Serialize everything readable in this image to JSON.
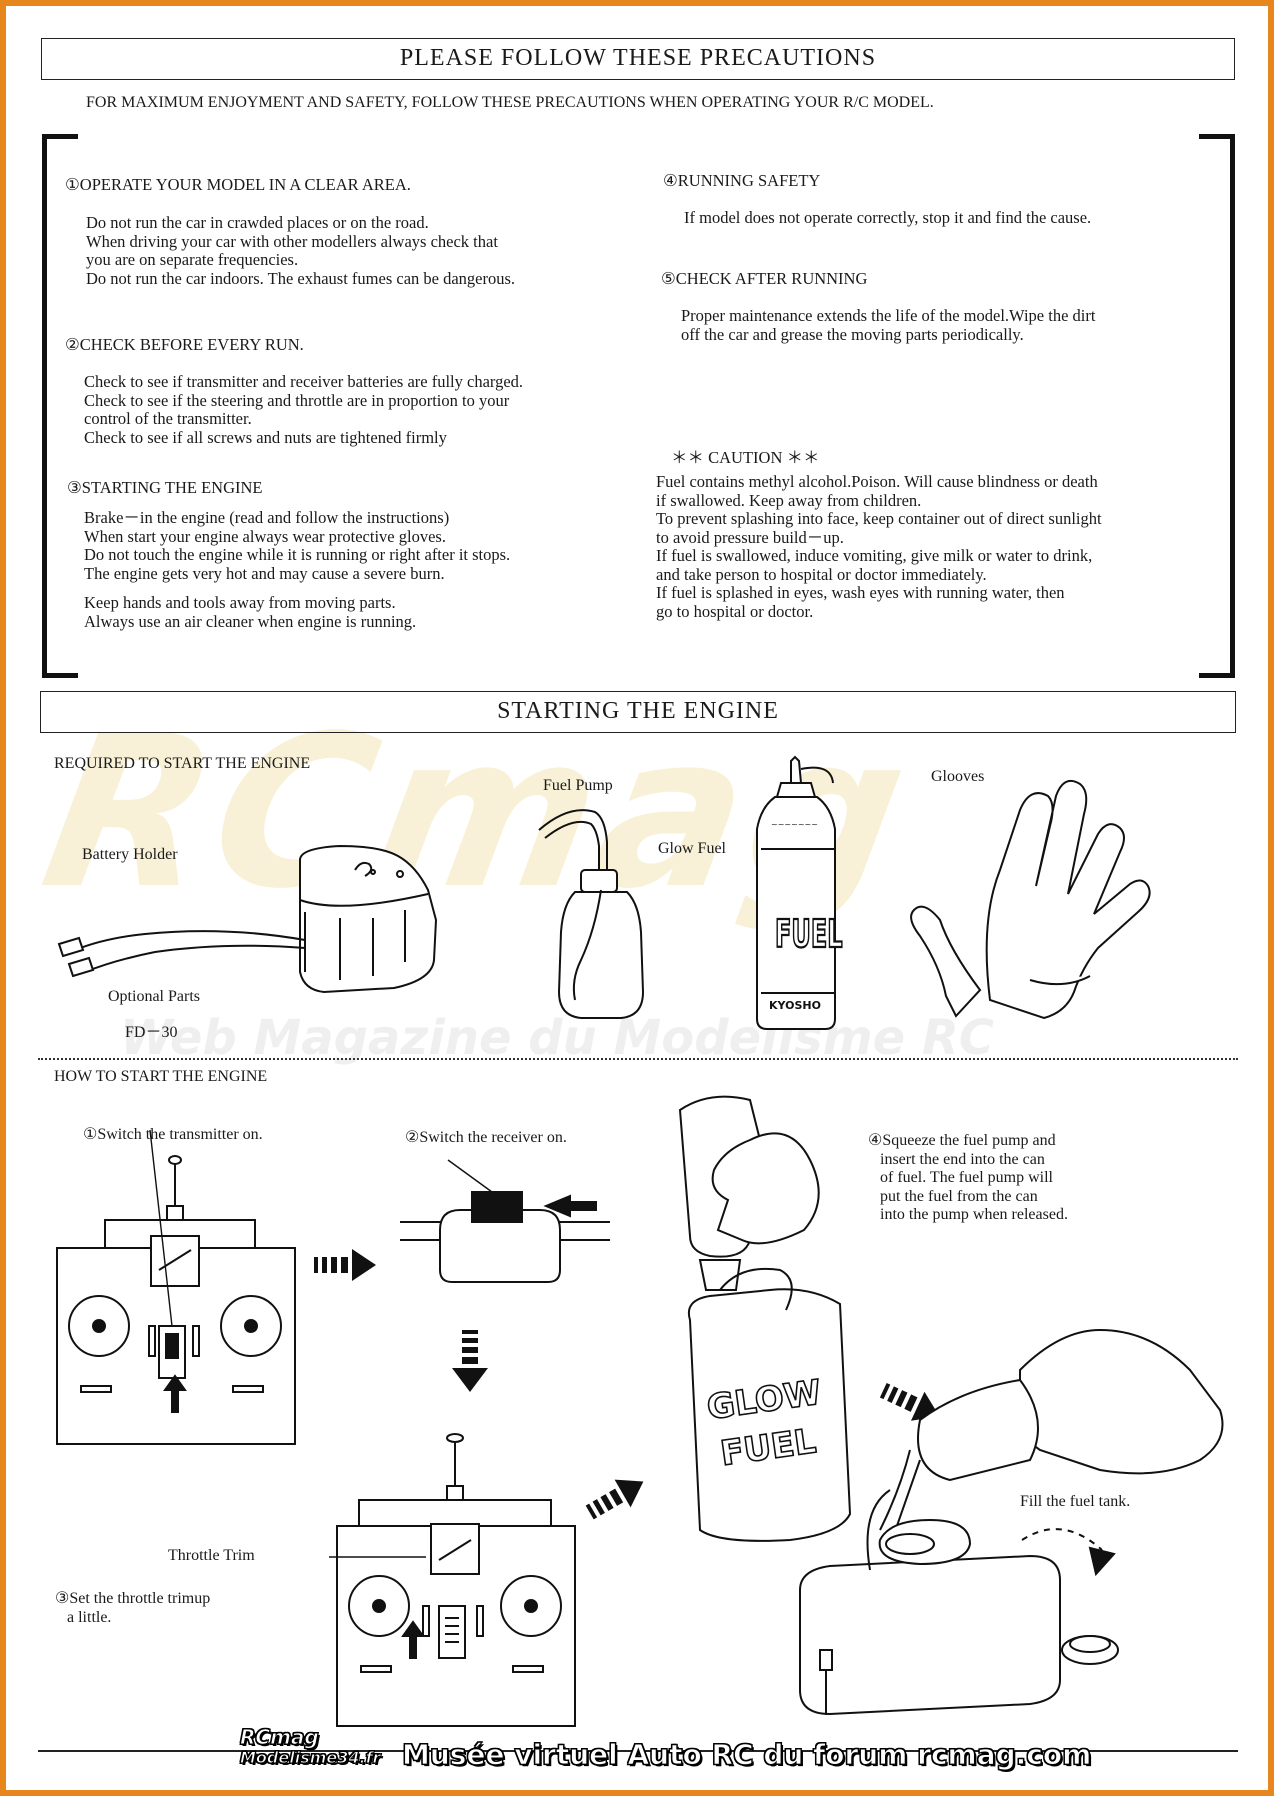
{
  "precautions": {
    "title": "PLEASE FOLLOW THESE PRECAUTIONS",
    "intro": "FOR MAXIMUM ENJOYMENT AND SAFETY, FOLLOW THESE PRECAUTIONS WHEN OPERATING YOUR R/C MODEL.",
    "s1_heading": "①OPERATE YOUR MODEL IN A CLEAR AREA.",
    "s1_body": "Do not run the car in crawded places or on the road.\nWhen driving your car with other modellers always check that\nyou are on separate frequencies.\nDo not run the car indoors. The exhaust fumes can be dangerous.",
    "s2_heading": "②CHECK BEFORE EVERY RUN.",
    "s2_body": "Check to see if transmitter and receiver batteries are fully charged.\nCheck to see if the steering and throttle are in proportion to your\ncontrol of the transmitter.\nCheck to see if all screws and nuts are tightened firmly",
    "s3_heading": "③STARTING THE ENGINE",
    "s3_body": "Brake－in the engine (read and follow the instructions)\nWhen start your engine always wear protective gloves.\nDo not touch the engine while it is running or right after it stops.\nThe engine gets very hot and may cause a severe burn.",
    "s3_body2": "Keep hands and tools away from moving parts.\nAlways use an air cleaner when engine is running.",
    "s4_heading": "④RUNNING SAFETY",
    "s4_body": "If model does not operate correctly, stop it and find the cause.",
    "s5_heading": "⑤CHECK AFTER RUNNING",
    "s5_body": "Proper maintenance extends the life of the model.Wipe the dirt\noff the car and grease the moving parts periodically.",
    "caution_heading": "＊＊ CAUTION ＊＊",
    "caution_body": "Fuel contains methyl alcohol.Poison. Will cause blindness or death\nif swallowed. Keep away from children.\nTo prevent splashing into face, keep container out of direct sunlight\nto avoid pressure build－up.\nIf fuel is swallowed, induce vomiting, give milk or water to drink,\nand take person to hospital or doctor immediately.\nIf fuel is splashed in eyes, wash eyes with running water, then\ngo to hospital or doctor."
  },
  "starting": {
    "title": "STARTING THE ENGINE",
    "required_heading": "REQUIRED TO START THE ENGINE",
    "battery_holder": "Battery Holder",
    "optional_parts": "Optional Parts",
    "fd30": "FD－30",
    "fuel_pump": "Fuel Pump",
    "glow_fuel": "Glow Fuel",
    "glooves": "Glooves",
    "bottle_text": "FUEL",
    "bottle_brand": "KYOSHO",
    "how_heading": "HOW TO START THE ENGINE",
    "step1": "①Switch the transmitter on.",
    "step2": "②Switch the receiver on.",
    "step3": "③Set the throttle trimup\n   a little.",
    "throttle_trim": "Throttle Trim",
    "step4": "④Squeeze the fuel pump and\n   insert the end into the can\n   of fuel. The fuel pump will\n   put the fuel from the can\n   into the pump when released.",
    "can_text_1": "GLOW",
    "can_text_2": "FUEL",
    "fill_tank": "Fill the fuel tank."
  },
  "watermark": {
    "logo": "RCmag",
    "tagline": "Web Magazine du Modelisme RC"
  },
  "footer": {
    "logo_top": "RCmag",
    "logo_bottom": "Modelisme34.fr",
    "banner": "Musée virtuel Auto RC du forum rcmag.com"
  }
}
